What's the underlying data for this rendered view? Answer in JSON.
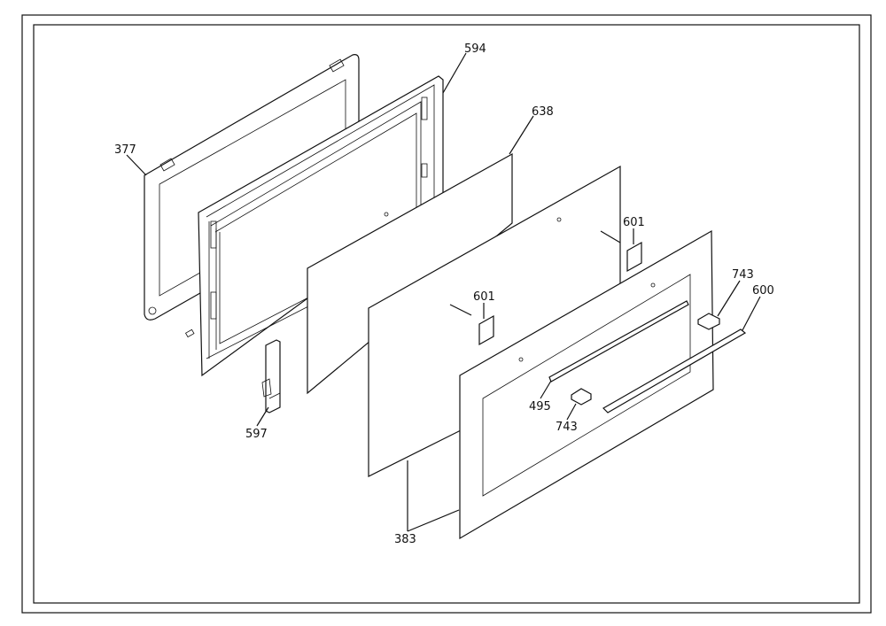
{
  "diagram": {
    "callouts": [
      {
        "id": "377",
        "text": "377"
      },
      {
        "id": "594",
        "text": "594"
      },
      {
        "id": "638",
        "text": "638"
      },
      {
        "id": "601a",
        "text": "601"
      },
      {
        "id": "601b",
        "text": "601"
      },
      {
        "id": "743a",
        "text": "743"
      },
      {
        "id": "600",
        "text": "600"
      },
      {
        "id": "495",
        "text": "495"
      },
      {
        "id": "743b",
        "text": "743"
      },
      {
        "id": "597",
        "text": "597"
      },
      {
        "id": "383",
        "text": "383"
      }
    ]
  }
}
